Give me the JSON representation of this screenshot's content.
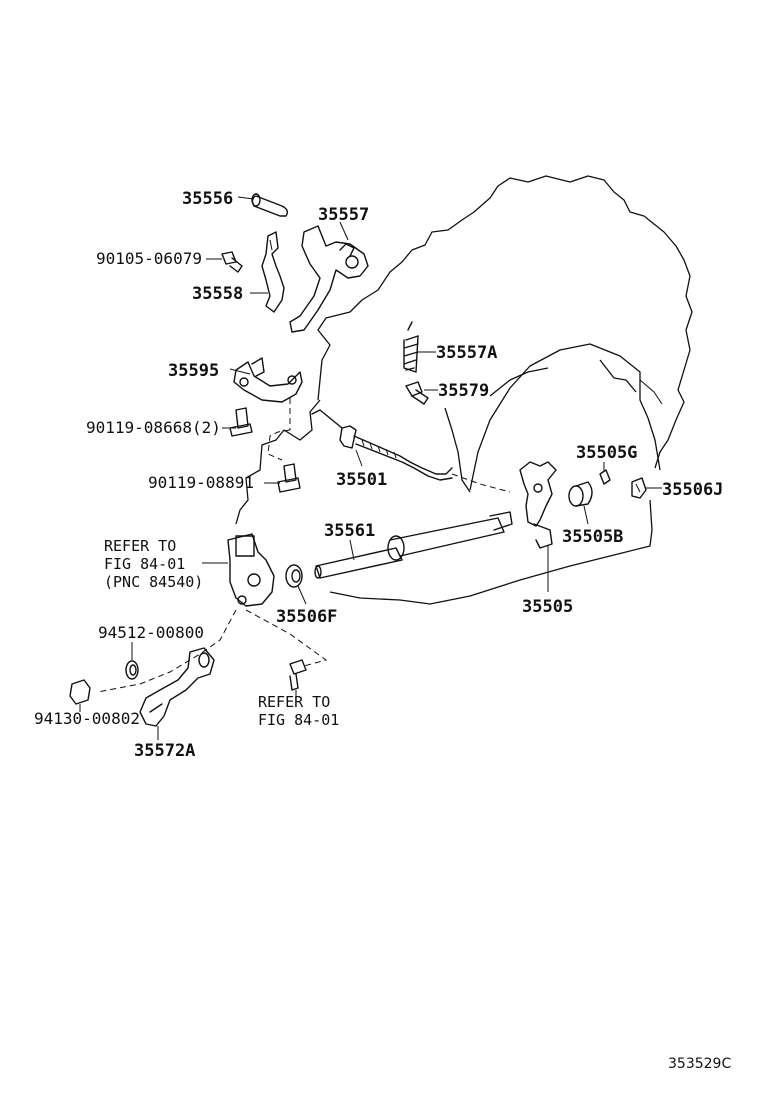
{
  "diagram": {
    "drawing_code": "353529C",
    "labels": {
      "p35556": "35556",
      "p35557": "35557",
      "p90105": "90105-06079",
      "p35558": "35558",
      "p35557A": "35557A",
      "p35579": "35579",
      "p35595": "35595",
      "p90119_08668": "90119-08668(2)",
      "p90119_08891": "90119-08891",
      "p35501": "35501",
      "p35505G": "35505G",
      "p35506J": "35506J",
      "p35505B": "35505B",
      "p35561": "35561",
      "p35505": "35505",
      "p35506F": "35506F",
      "p94512": "94512-00800",
      "p94130": "94130-00802",
      "p35572A": "35572A"
    },
    "refer_1": {
      "line1": "REFER TO",
      "line2": "FIG 84-01",
      "line3": "(PNC 84540)"
    },
    "refer_2": {
      "line1": "REFER TO",
      "line2": "FIG 84-01"
    }
  }
}
